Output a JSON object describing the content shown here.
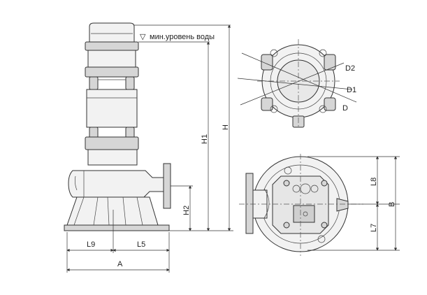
{
  "annotations": {
    "min_level": "мин.уровень воды",
    "min_level_symbol": "▽"
  },
  "side_view": {
    "dim_H1": "H1",
    "dim_H": "H",
    "dim_H2": "H2",
    "dim_L9": "L9",
    "dim_L5": "L5",
    "dim_A": "A"
  },
  "top_view": {
    "dim_D2": "D2",
    "dim_D1": "D1",
    "dim_D": "D"
  },
  "bottom_view": {
    "dim_L8": "L8",
    "dim_L7": "L7",
    "dim_B": "B"
  }
}
